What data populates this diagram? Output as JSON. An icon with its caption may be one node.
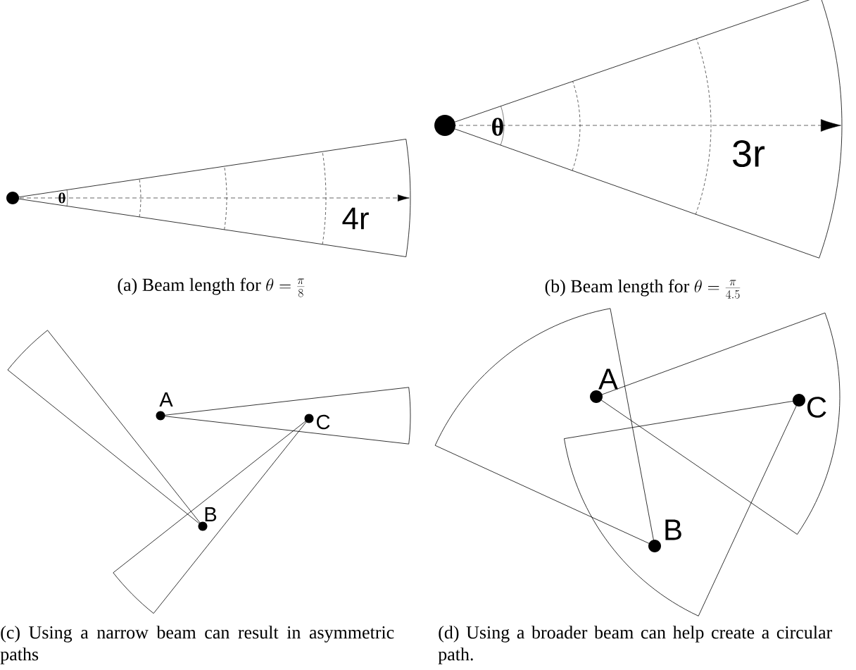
{
  "diagram": {
    "nodes": [
      {
        "text": [],
        "shape": "circle"
      },
      {
        "text": [],
        "shape": "circle"
      },
      {
        "text": [
          "A"
        ]
      },
      {
        "text": [
          "C"
        ]
      },
      {
        "text": [
          "B"
        ]
      },
      {
        "text": [
          "A"
        ]
      },
      {
        "text": [
          "C"
        ]
      },
      {
        "text": [
          "B"
        ]
      }
    ],
    "labels": [
      "θ",
      "4r",
      "θ",
      "3r",
      "\\mbox{(a) Beam length for }\\theta = \\frac{\\pi}{8}",
      "\\mbox{(b) Beam length for }\\theta = \\frac{\\pi}{4.5}",
      "(c) Using a narrow beam can result in asymmetric paths",
      "(d) Using a broader beam can help create a circular path."
    ]
  }
}
